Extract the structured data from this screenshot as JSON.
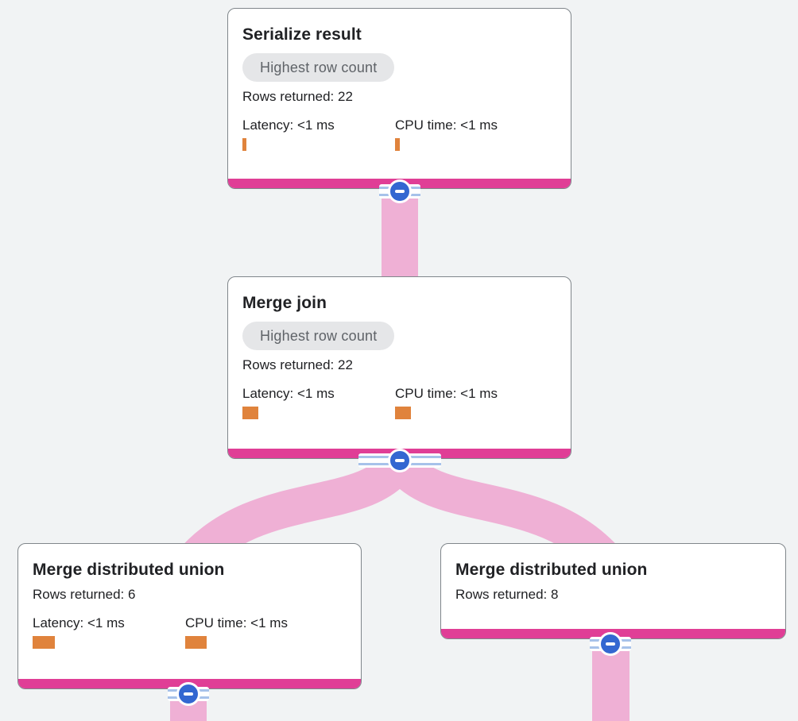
{
  "diagram_type": "query-execution-plan-tree",
  "colors": {
    "background": "#F1F3F4",
    "card_background": "#FFFFFF",
    "card_border": "#80868B",
    "card_accent_bar": "#E03E96",
    "flow_link_pink": "#EFB0D5",
    "collapse_circle_blue": "#3367D1",
    "handle_stripe_blue": "#A7C2EA",
    "metric_bar_orange": "#E0833C",
    "badge_background": "#E5E6E8",
    "badge_text": "#5F6368",
    "text": "#202124"
  },
  "nodes": [
    {
      "title": "Serialize result",
      "badge": "Highest row count",
      "rows_returned": "Rows returned: 22",
      "latency": "Latency: <1 ms",
      "cpu_time": "CPU time: <1 ms",
      "latency_bar_width": 5,
      "cpu_bar_width": 6
    },
    {
      "title": "Merge join",
      "badge": "Highest row count",
      "rows_returned": "Rows returned: 22",
      "latency": "Latency: <1 ms",
      "cpu_time": "CPU time: <1 ms",
      "latency_bar_width": 20,
      "cpu_bar_width": 20
    },
    {
      "title": "Merge distributed union",
      "rows_returned": "Rows returned: 6",
      "latency": "Latency: <1 ms",
      "cpu_time": "CPU time: <1 ms",
      "latency_bar_width": 28,
      "cpu_bar_width": 27
    },
    {
      "title": "Merge distributed union",
      "rows_returned": "Rows returned: 8"
    }
  ],
  "edges": [
    {
      "from": "Serialize result",
      "to": "Merge join"
    },
    {
      "from": "Merge join",
      "to": "Merge distributed union (rows returned: 6)"
    },
    {
      "from": "Merge join",
      "to": "Merge distributed union (rows returned: 8)"
    },
    {
      "from": "Merge distributed union (rows returned: 6)",
      "to": "(offscreen child)"
    },
    {
      "from": "Merge distributed union (rows returned: 8)",
      "to": "(offscreen child)"
    }
  ],
  "icons": {
    "collapse": "minus-icon"
  }
}
